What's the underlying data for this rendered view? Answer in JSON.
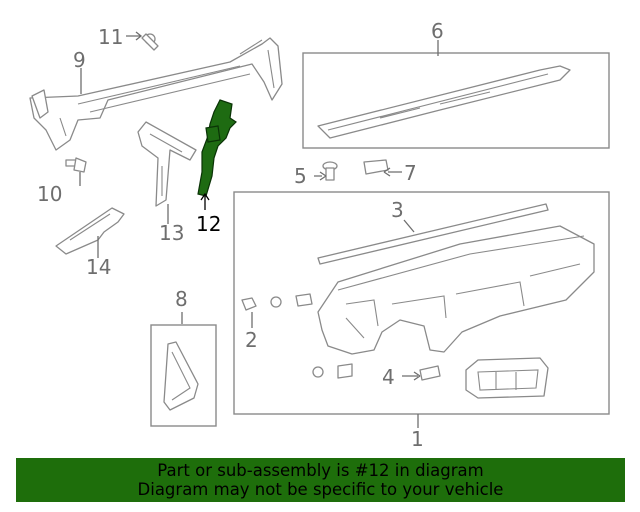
{
  "diagram": {
    "highlight_part": "12",
    "highlight_color": "#1e6b12",
    "callouts": [
      {
        "number": "1"
      },
      {
        "number": "2"
      },
      {
        "number": "3"
      },
      {
        "number": "4"
      },
      {
        "number": "5"
      },
      {
        "number": "6"
      },
      {
        "number": "7"
      },
      {
        "number": "8"
      },
      {
        "number": "9"
      },
      {
        "number": "10"
      },
      {
        "number": "11"
      },
      {
        "number": "12"
      },
      {
        "number": "13"
      },
      {
        "number": "14"
      }
    ]
  },
  "banner": {
    "line1": "Part or sub-assembly is #12 in diagram",
    "line2": "Diagram may not be specific to your vehicle",
    "background": "#1e6e0b"
  }
}
